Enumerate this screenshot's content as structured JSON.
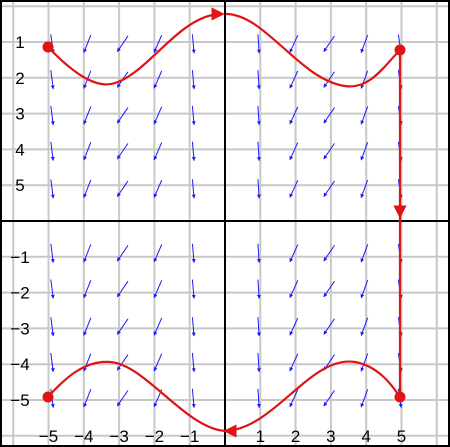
{
  "axes": {
    "x_ticks": [
      {
        "value": -5,
        "label": "−5"
      },
      {
        "value": -4,
        "label": "−4"
      },
      {
        "value": -3,
        "label": "−3"
      },
      {
        "value": -2,
        "label": "−2"
      },
      {
        "value": -1,
        "label": "−1"
      },
      {
        "value": 1,
        "label": "1"
      },
      {
        "value": 2,
        "label": "2"
      },
      {
        "value": 3,
        "label": "3"
      },
      {
        "value": 4,
        "label": "4"
      },
      {
        "value": 5,
        "label": "5"
      }
    ],
    "y_ticks": [
      {
        "value": 5,
        "label": "1"
      },
      {
        "value": 4,
        "label": "2"
      },
      {
        "value": 3,
        "label": "3"
      },
      {
        "value": 2,
        "label": "4"
      },
      {
        "value": 1,
        "label": "5"
      },
      {
        "value": -1,
        "label": "−1"
      },
      {
        "value": -2,
        "label": "−2"
      },
      {
        "value": -3,
        "label": "−3"
      },
      {
        "value": -4,
        "label": "−4"
      },
      {
        "value": -5,
        "label": "−5"
      }
    ]
  },
  "colors": {
    "grid": "#c8c8c8",
    "axis": "#000000",
    "field_arrows": "#1a1aff",
    "path": "#e01414"
  }
}
